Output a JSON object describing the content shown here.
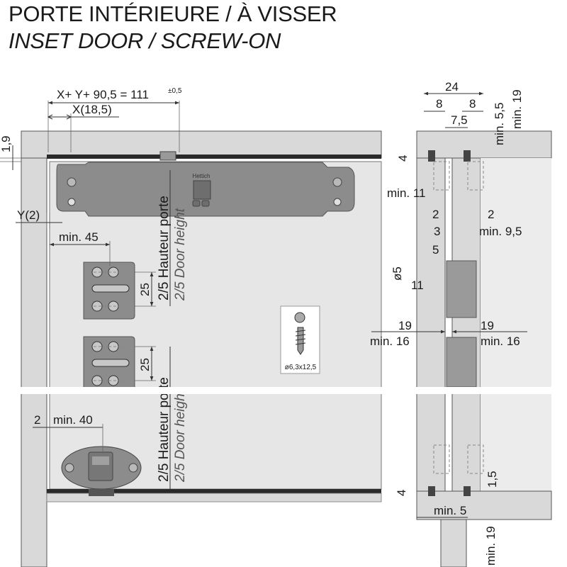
{
  "header": {
    "title": "PORTE INTÉRIEURE / À VISSER",
    "subtitle": "INSET DOOR / SCREW-ON"
  },
  "front_view": {
    "dim_xy": "X+ Y+ 90,5 = 111",
    "dim_xy_tol": "±0,5",
    "dim_x": "X(18,5)",
    "dim_1_9": "1,9",
    "dim_y": "Y(2)",
    "dim_min45": "min. 45",
    "dim_25a": "25",
    "dim_25b": "25",
    "dim_2": "2",
    "dim_min40": "min. 40",
    "hauteur_fr": "2/5 Hauteur porte",
    "hauteur_en": "2/5 Door height",
    "screw_label": "ø6,3x12,5",
    "brand": "Hettich"
  },
  "side_view": {
    "d24": "24",
    "d8a": "8",
    "d8b": "8",
    "d7_5": "7,5",
    "d_min5_5": "min. 5,5",
    "d_min19_top": "min. 19",
    "d4_top": "4",
    "d_min11": "min. 11",
    "d2a": "2",
    "d2b": "2",
    "d3": "3",
    "d_min9_5": "min. 9,5",
    "d5": "5",
    "d_dia5": "ø5",
    "d11": "11",
    "d19a": "19",
    "d19b": "19",
    "d_min16a": "min. 16",
    "d_min16b": "min. 16",
    "d1_5": "1,5",
    "d4_bot": "4",
    "d_min5": "min. 5",
    "d_min19_bot": "min. 19"
  },
  "colors": {
    "panel": "#d9d9d9",
    "door": "#e6e6e6",
    "part": "#8c8c8c",
    "line": "#1a1a1a"
  }
}
